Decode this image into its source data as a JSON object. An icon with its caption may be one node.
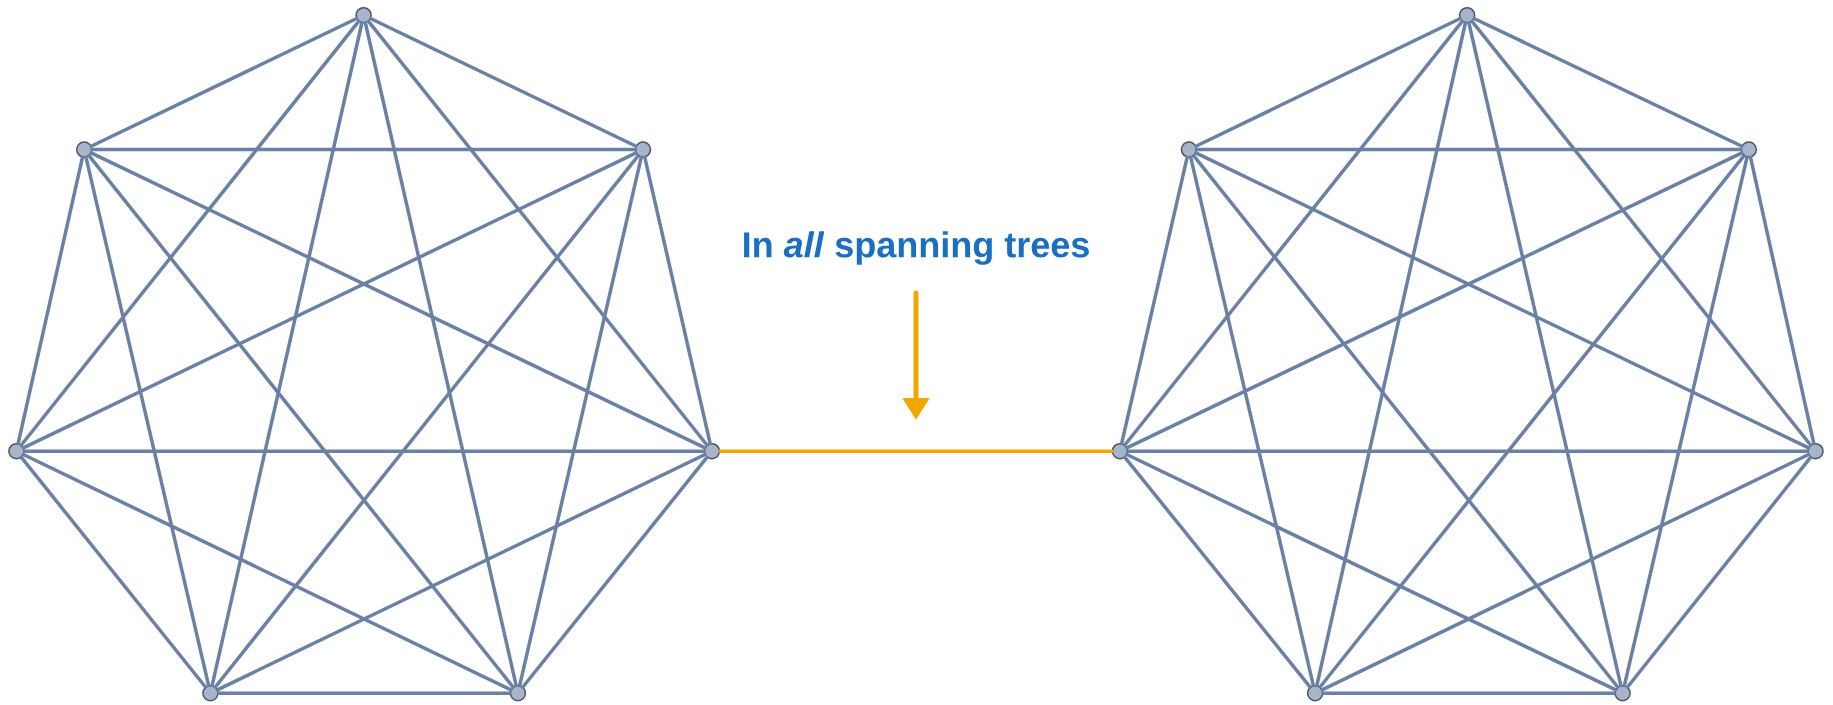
{
  "diagram": {
    "nodes": [
      {
        "text": [],
        "shape": "circle"
      },
      {
        "text": [],
        "shape": "circle"
      },
      {
        "text": [],
        "shape": "circle"
      },
      {
        "text": [],
        "shape": "circle"
      },
      {
        "text": [],
        "shape": "circle"
      },
      {
        "text": [],
        "shape": "circle"
      },
      {
        "text": [],
        "shape": "circle"
      },
      {
        "text": [],
        "shape": "circle"
      },
      {
        "text": [],
        "shape": "circle"
      },
      {
        "text": [],
        "shape": "circle"
      },
      {
        "text": [],
        "shape": "circle"
      },
      {
        "text": [],
        "shape": "circle"
      },
      {
        "text": [],
        "shape": "circle"
      },
      {
        "text": [],
        "shape": "circle"
      }
    ],
    "edges": [
      {
        "from": 0,
        "to": 1,
        "arrow": "none"
      },
      {
        "from": 0,
        "to": 2,
        "arrow": "none"
      },
      {
        "from": 0,
        "to": 3,
        "arrow": "none"
      },
      {
        "from": 0,
        "to": 4,
        "arrow": "none"
      },
      {
        "from": 0,
        "to": 5,
        "arrow": "none"
      },
      {
        "from": 0,
        "to": 6,
        "arrow": "none"
      },
      {
        "from": 1,
        "to": 2,
        "arrow": "none"
      },
      {
        "from": 1,
        "to": 3,
        "arrow": "none"
      },
      {
        "from": 1,
        "to": 4,
        "arrow": "none"
      },
      {
        "from": 1,
        "to": 5,
        "arrow": "none"
      },
      {
        "from": 1,
        "to": 6,
        "arrow": "none"
      },
      {
        "from": 2,
        "to": 3,
        "arrow": "none"
      },
      {
        "from": 2,
        "to": 4,
        "arrow": "none"
      },
      {
        "from": 2,
        "to": 5,
        "arrow": "none"
      },
      {
        "from": 2,
        "to": 6,
        "arrow": "none"
      },
      {
        "from": 3,
        "to": 4,
        "arrow": "none"
      },
      {
        "from": 3,
        "to": 5,
        "arrow": "none"
      },
      {
        "from": 3,
        "to": 6,
        "arrow": "none"
      },
      {
        "from": 4,
        "to": 5,
        "arrow": "none"
      },
      {
        "from": 4,
        "to": 6,
        "arrow": "none"
      },
      {
        "from": 5,
        "to": 6,
        "arrow": "none"
      },
      {
        "from": 7,
        "to": 8,
        "arrow": "none"
      },
      {
        "from": 7,
        "to": 9,
        "arrow": "none"
      },
      {
        "from": 7,
        "to": 10,
        "arrow": "none"
      },
      {
        "from": 7,
        "to": 11,
        "arrow": "none"
      },
      {
        "from": 7,
        "to": 12,
        "arrow": "none"
      },
      {
        "from": 7,
        "to": 13,
        "arrow": "none"
      },
      {
        "from": 8,
        "to": 9,
        "arrow": "none"
      },
      {
        "from": 8,
        "to": 10,
        "arrow": "none"
      },
      {
        "from": 8,
        "to": 11,
        "arrow": "none"
      },
      {
        "from": 8,
        "to": 12,
        "arrow": "none"
      },
      {
        "from": 8,
        "to": 13,
        "arrow": "none"
      },
      {
        "from": 9,
        "to": 10,
        "arrow": "none"
      },
      {
        "from": 9,
        "to": 11,
        "arrow": "none"
      },
      {
        "from": 9,
        "to": 12,
        "arrow": "none"
      },
      {
        "from": 9,
        "to": 13,
        "arrow": "none"
      },
      {
        "from": 10,
        "to": 11,
        "arrow": "none"
      },
      {
        "from": 10,
        "to": 12,
        "arrow": "none"
      },
      {
        "from": 10,
        "to": 13,
        "arrow": "none"
      },
      {
        "from": 11,
        "to": 12,
        "arrow": "none"
      },
      {
        "from": 11,
        "to": 13,
        "arrow": "none"
      },
      {
        "from": 12,
        "to": 13,
        "arrow": "none"
      },
      {
        "from": 4,
        "to": 10,
        "arrow": "none",
        "color": "#f0a800"
      }
    ],
    "labels": [
      "In *all* spanning trees"
    ]
  }
}
